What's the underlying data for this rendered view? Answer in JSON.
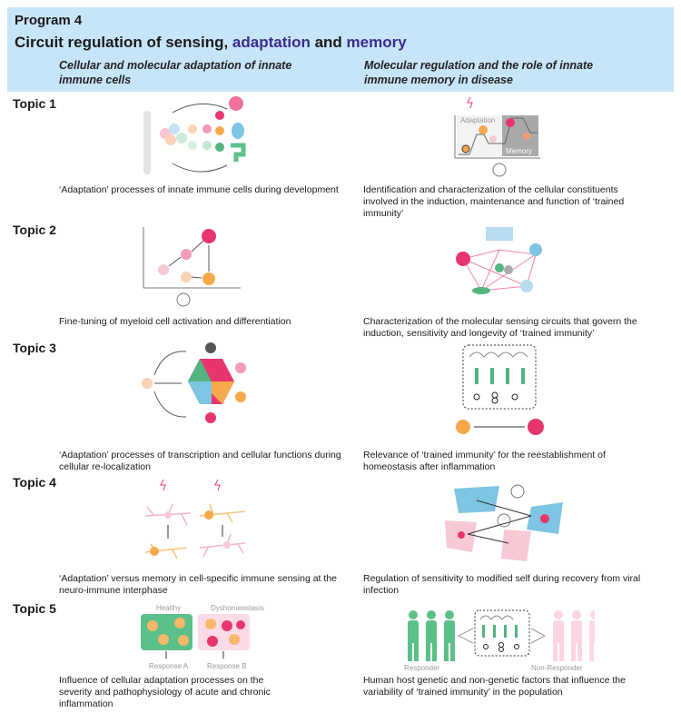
{
  "header": {
    "program": "Program 4",
    "title_part1": "Circuit regulation of sensing, ",
    "title_accent1": "adaptation",
    "title_part2": " and ",
    "title_accent2": "memory",
    "left_subtitle": "Cellular and molecular adaptation of innate immune cells",
    "right_subtitle": "Molecular regulation and the role of innate immune memory in disease",
    "accent_color": "#3b2c8c",
    "background_color": "#c7e5f8"
  },
  "topics": [
    {
      "label": "Topic 1",
      "left_caption": "‘Adaptation’ processes of innate immune cells during development",
      "right_caption": "Identification and characterization of the cellular constituents involved in the induction, maintenance and function of ‘trained immunity’",
      "right_labels": [
        "Adaptation",
        "Memory"
      ]
    },
    {
      "label": "Topic 2",
      "left_caption": "Fine-tuning of myeloid cell activation and differentiation",
      "right_caption": "Characterization of the molecular sensing circuits that govern the induction, sensitivity and longevity of ‘trained immunity’"
    },
    {
      "label": "Topic 3",
      "left_caption": "‘Adaptation’ processes of transcription and cellular functions during cellular re-localization",
      "right_caption": "Relevance of ‘trained immunity’ for the reestablishment of homeostasis after inflammation"
    },
    {
      "label": "Topic 4",
      "left_caption": "‘Adaptation’ versus memory in cell-specific immune sensing at the neuro-immune interphase",
      "right_caption": "Regulation of sensitivity to modified self during recovery from viral infection"
    },
    {
      "label": "Topic 5",
      "left_caption": "Influence of cellular adaptation processes on the severity and pathophysiology of acute and chronic inflammation",
      "right_caption": "Human host genetic and non-genetic factors that influence the variability of ‘trained immunity’ in the population",
      "left_labels": [
        "Healthy",
        "Dyshomeostasis",
        "Response A",
        "Response B"
      ],
      "right_labels": [
        "Responder",
        "Non-Responder"
      ]
    }
  ]
}
